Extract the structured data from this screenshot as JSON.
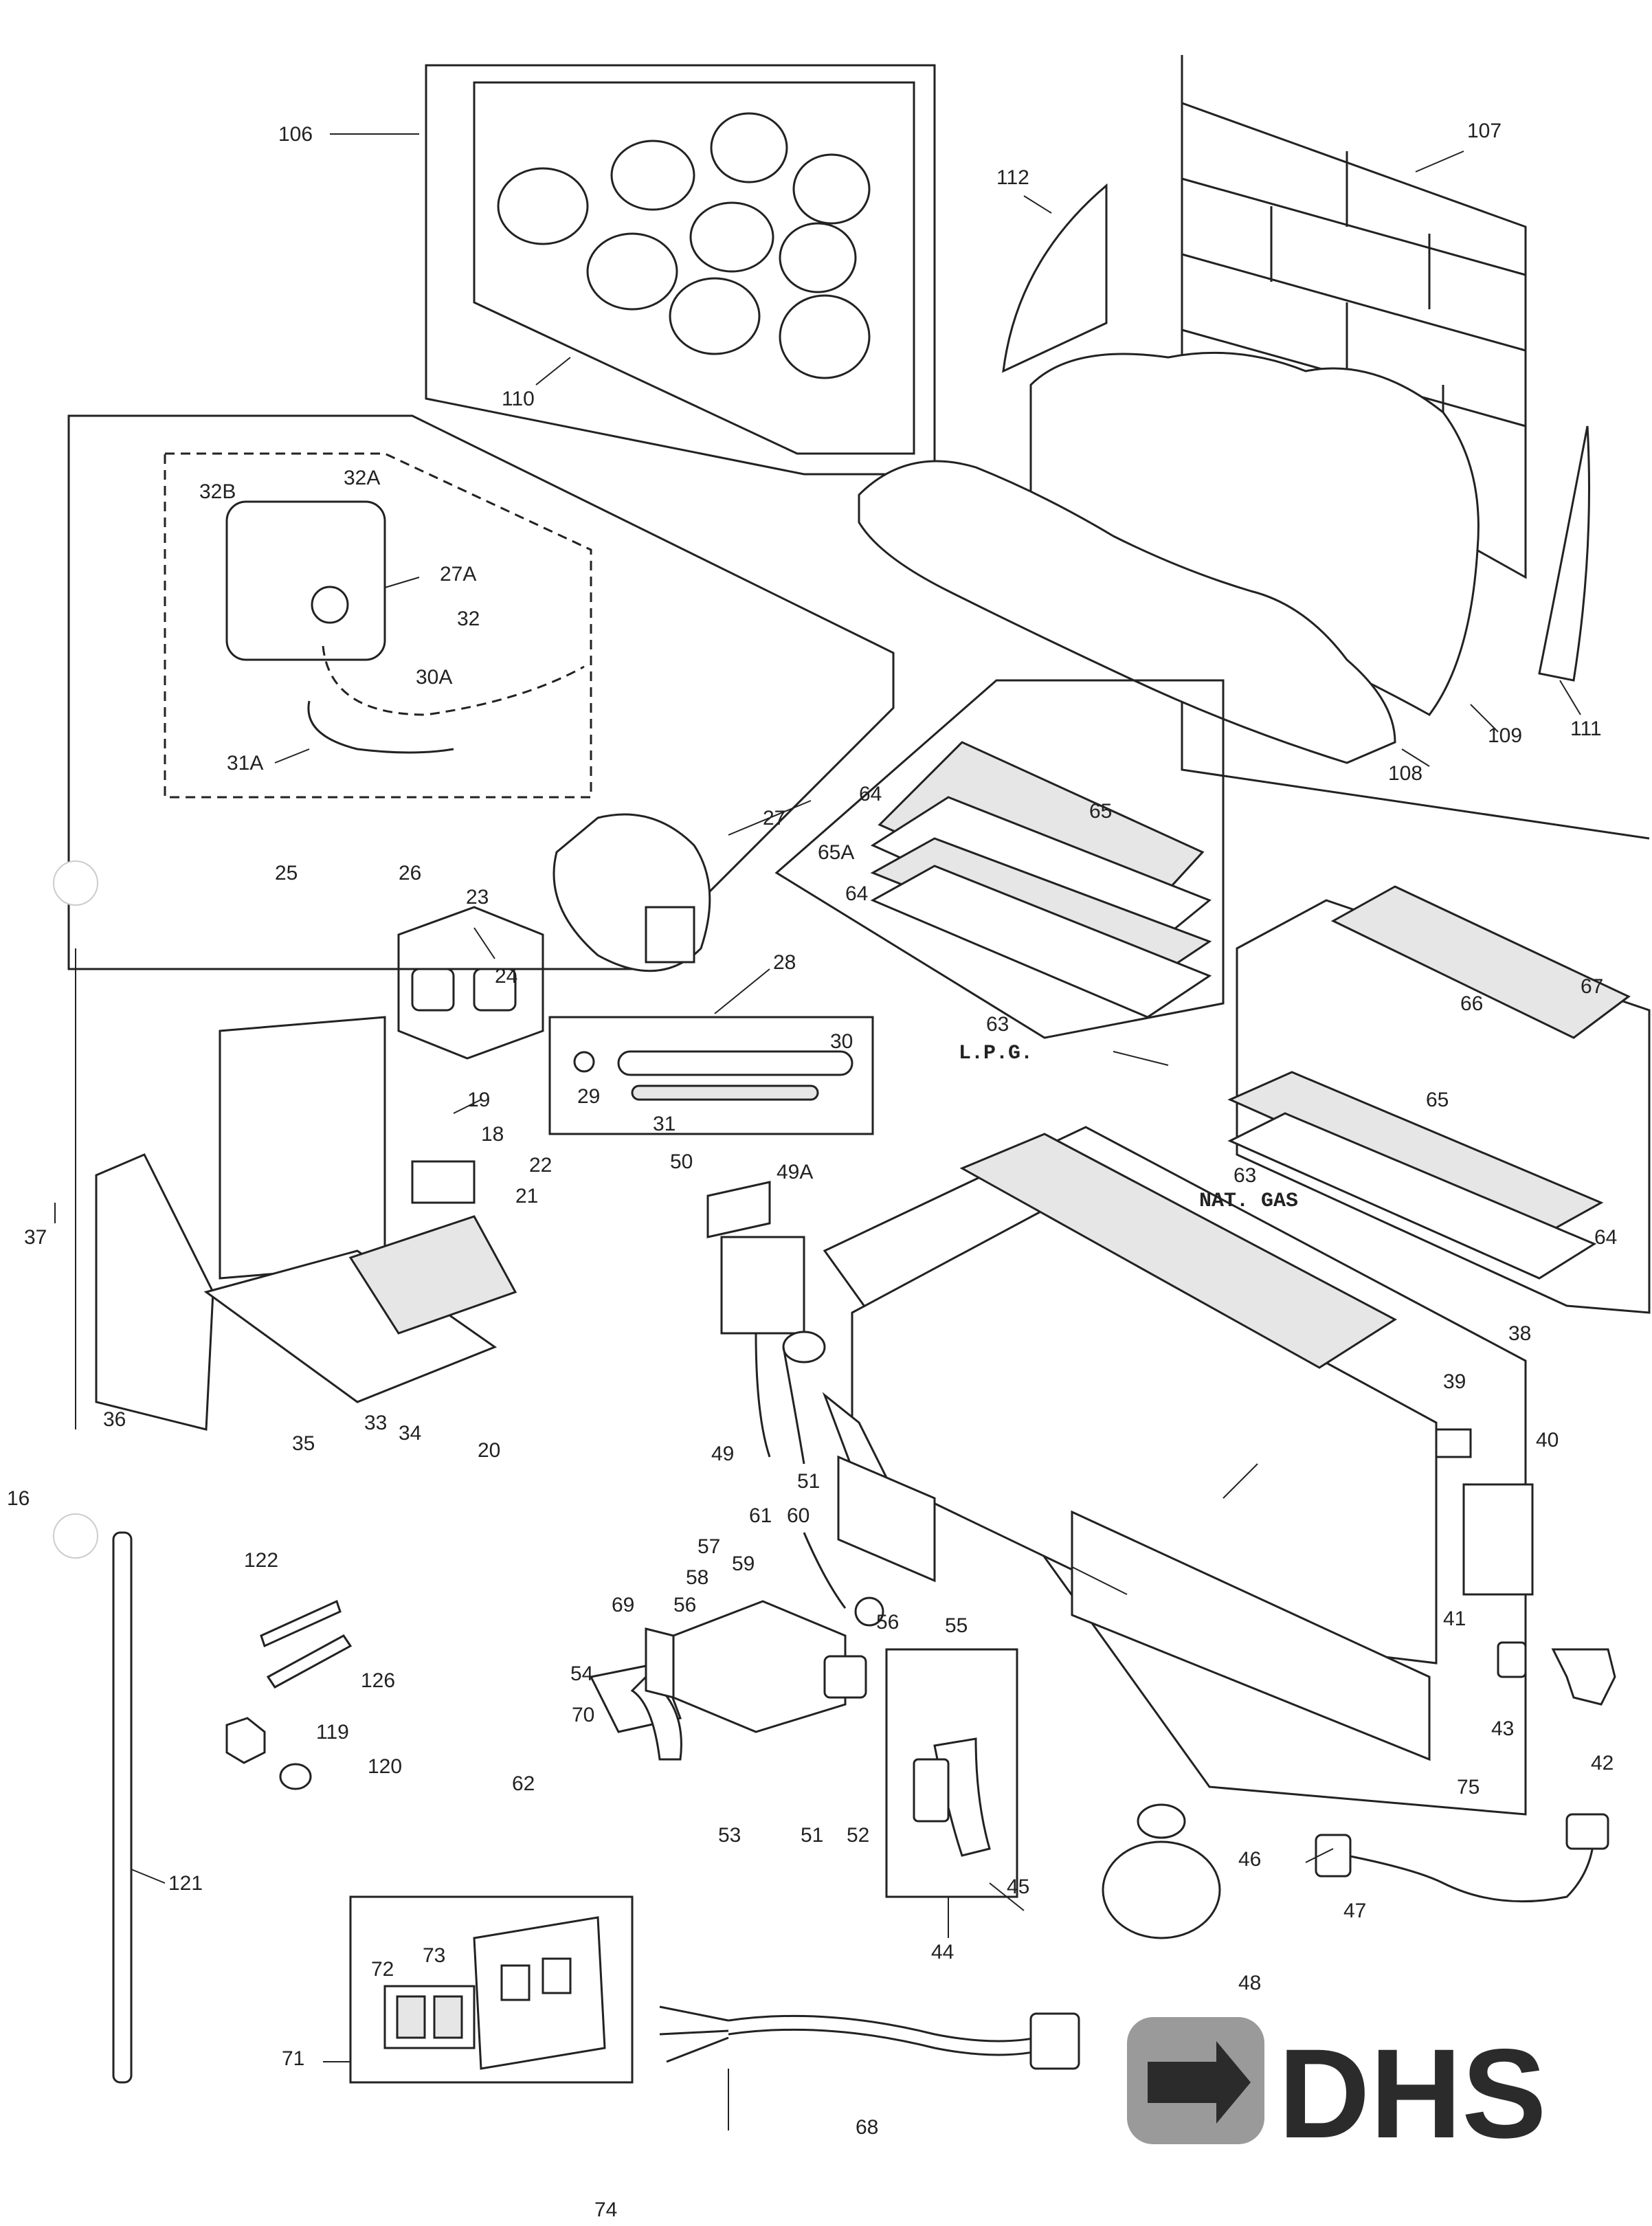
{
  "diagram": {
    "part_numbers": {
      "p106": "106",
      "p107": "107",
      "p108": "108",
      "p109": "109",
      "p110": "110",
      "p111": "111",
      "p112": "112",
      "p32B": "32B",
      "p32A": "32A",
      "p27A": "27A",
      "p32": "32",
      "p30A": "30A",
      "p31A": "31A",
      "p25": "25",
      "p26": "26",
      "p23": "23",
      "p24": "24",
      "p27": "27",
      "p28": "28",
      "p29": "29",
      "p30": "30",
      "p31": "31",
      "p19": "19",
      "p18": "18",
      "p22": "22",
      "p21": "21",
      "p37": "37",
      "p36": "36",
      "p35": "35",
      "p33": "33",
      "p34": "34",
      "p20": "20",
      "p16": "16",
      "p64a": "64",
      "p65a": "65",
      "p65A": "65A",
      "p64b": "64",
      "p63a": "63",
      "p67": "67",
      "p66": "66",
      "p65b": "65",
      "p63b": "63",
      "p64c": "64",
      "p50": "50",
      "p49A": "49A",
      "p49": "49",
      "p51a": "51",
      "p38": "38",
      "p39": "39",
      "p40": "40",
      "p61": "61",
      "p60": "60",
      "p57": "57",
      "p59": "59",
      "p58": "58",
      "p56a": "56",
      "p56b": "56",
      "p55": "55",
      "p69": "69",
      "p54": "54",
      "p70": "70",
      "p41": "41",
      "p43": "43",
      "p42": "42",
      "p75": "75",
      "p122": "122",
      "p126": "126",
      "p119": "119",
      "p120": "120",
      "p121": "121",
      "p62": "62",
      "p53": "53",
      "p51b": "51",
      "p52": "52",
      "p45": "45",
      "p44": "44",
      "p46": "46",
      "p48": "48",
      "p47": "47",
      "p71": "71",
      "p72": "72",
      "p73": "73",
      "p68": "68",
      "p74": "74"
    },
    "annotations": {
      "lpg": "L.P.G.",
      "nat_gas": "NAT. GAS"
    }
  },
  "brand": {
    "name": "DHS",
    "accent_dark": "#2b2b2b",
    "accent_light": "#9a9a9a"
  }
}
